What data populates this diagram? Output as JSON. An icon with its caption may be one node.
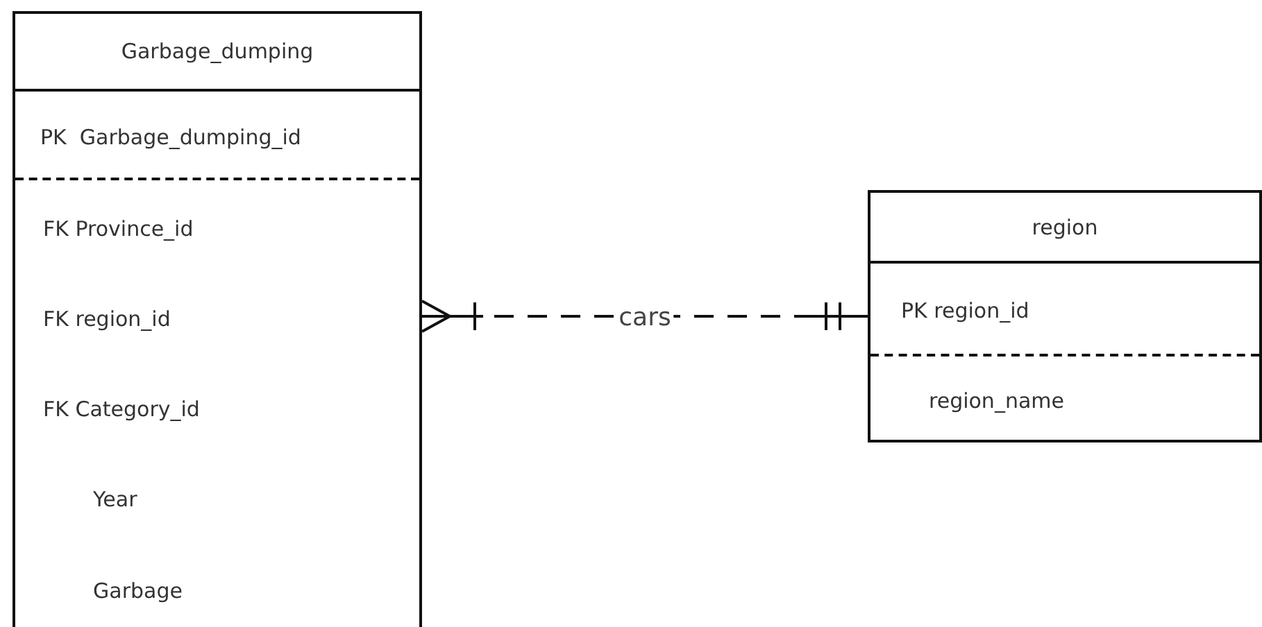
{
  "diagram": {
    "nodes": [
      {
        "text": [
          "Garbage_dumping",
          "PK  Garbage_dumping_id",
          "FK Province_id",
          "FK region_id",
          "FK Category_id",
          "Year",
          "Garbage"
        ]
      },
      {
        "text": [
          "region",
          "PK region_id",
          "region_name"
        ]
      }
    ],
    "edges": [
      {
        "from": 0,
        "to": 1,
        "arrow": "other",
        "style": "dashed",
        "label": "cars"
      }
    ]
  }
}
